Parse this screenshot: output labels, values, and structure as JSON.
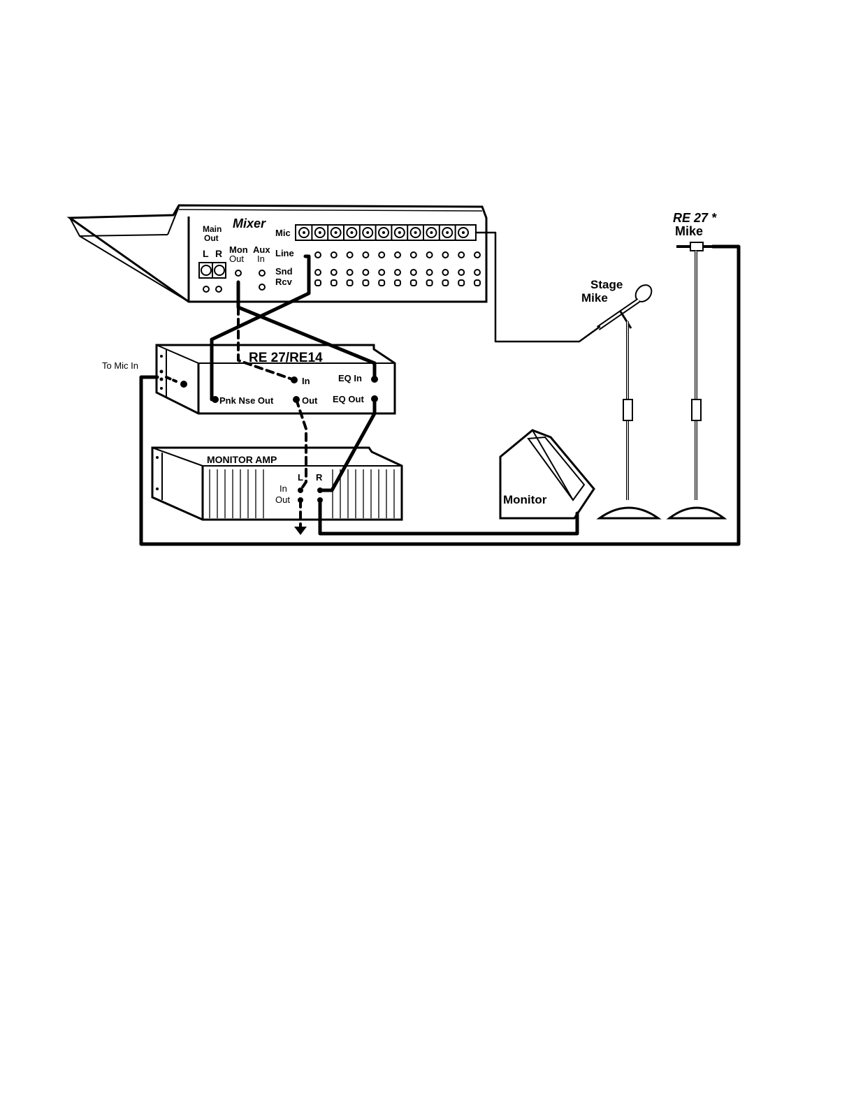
{
  "colors": {
    "ink": "#000000",
    "paper": "#ffffff"
  },
  "mixer": {
    "title": "Mixer",
    "main_out_1": "Main",
    "main_out_2": "Out",
    "left": "L",
    "right": "R",
    "mon_out_1": "Mon",
    "mon_out_2": "Out",
    "aux_in_1": "Aux",
    "aux_in_2": "In",
    "mic": "Mic",
    "line": "Line",
    "snd": "Snd",
    "rcv": "Rcv"
  },
  "analyzer": {
    "title": "RE 27/RE14",
    "to_mic_in": "To Mic In",
    "pink_noise_out": "Pnk Nse Out",
    "in": "In",
    "out": "Out",
    "eq_in": "EQ In",
    "eq_out": "EQ Out"
  },
  "monitor_amp": {
    "title": "MONITOR  AMP",
    "left": "L",
    "right": "R",
    "in": "In",
    "out": "Out"
  },
  "monitor": {
    "label": "Monitor"
  },
  "stage_mike": {
    "line1": "Stage",
    "line2": "Mike"
  },
  "re27_mike": {
    "line1": "RE 27 *",
    "line2": "Mike"
  }
}
